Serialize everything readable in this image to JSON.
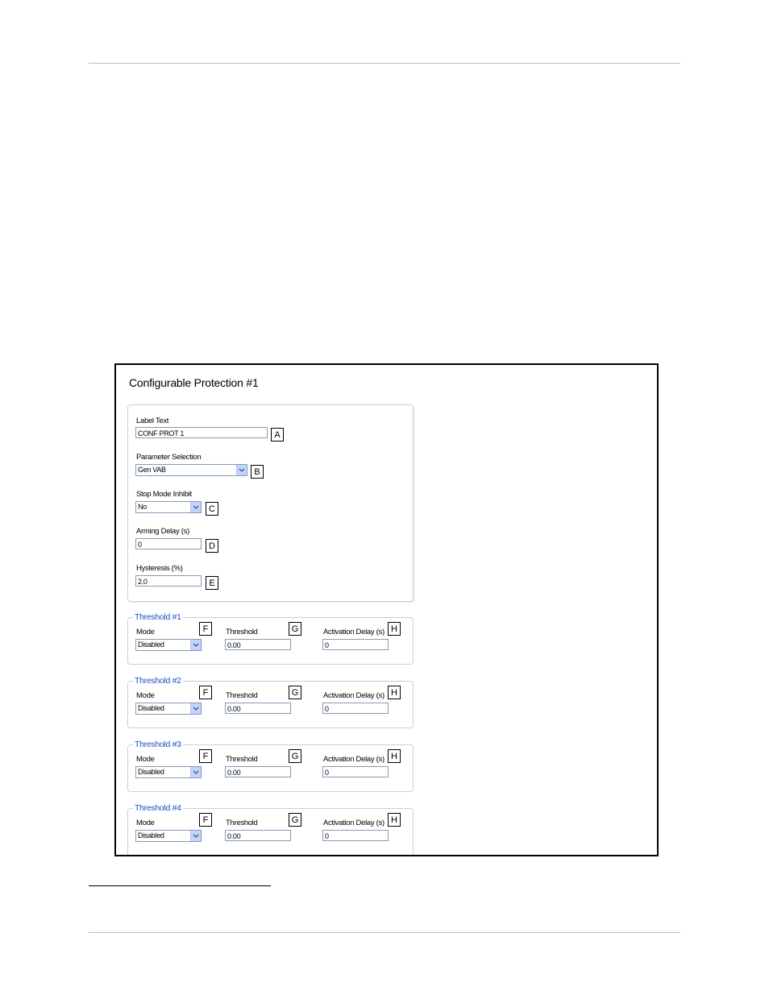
{
  "figure": {
    "title": "Configurable Protection #1",
    "label_text": {
      "label": "Label Text",
      "value": "CONF PROT 1",
      "callout": "A"
    },
    "parameter_selection": {
      "label": "Parameter Selection",
      "value": "Gen VAB",
      "callout": "B"
    },
    "stop_mode_inhibit": {
      "label": "Stop Mode Inhibit",
      "value": "No",
      "callout": "C"
    },
    "arming_delay": {
      "label": "Arming Delay (s)",
      "value": "0",
      "callout": "D"
    },
    "hysteresis": {
      "label": "Hysteresis (%)",
      "value": "2.0",
      "callout": "E"
    },
    "thresholds": [
      {
        "legend": "Threshold #1",
        "mode_label": "Mode",
        "mode_value": "Disabled",
        "threshold_label": "Threshold",
        "threshold_value": "0.00",
        "delay_label": "Activation Delay (s)",
        "delay_value": "0",
        "callout_f": "F",
        "callout_g": "G",
        "callout_h": "H"
      },
      {
        "legend": "Threshold #2",
        "mode_label": "Mode",
        "mode_value": "Disabled",
        "threshold_label": "Threshold",
        "threshold_value": "0.00",
        "delay_label": "Activation Delay (s)",
        "delay_value": "0",
        "callout_f": "F",
        "callout_g": "G",
        "callout_h": "H"
      },
      {
        "legend": "Threshold #3",
        "mode_label": "Mode",
        "mode_value": "Disabled",
        "threshold_label": "Threshold",
        "threshold_value": "0.00",
        "delay_label": "Activation Delay (s)",
        "delay_value": "0",
        "callout_f": "F",
        "callout_g": "G",
        "callout_h": "H"
      },
      {
        "legend": "Threshold #4",
        "mode_label": "Mode",
        "mode_value": "Disabled",
        "threshold_label": "Threshold",
        "threshold_value": "0.00",
        "delay_label": "Activation Delay (s)",
        "delay_value": "0",
        "callout_f": "F",
        "callout_g": "G",
        "callout_h": "H"
      }
    ]
  },
  "icons": {
    "dropdown": "chevron-down-icon"
  },
  "colors": {
    "legend_text": "#1f4fc1",
    "rule": "#a9c0d6",
    "input_border": "#7f9db9"
  }
}
